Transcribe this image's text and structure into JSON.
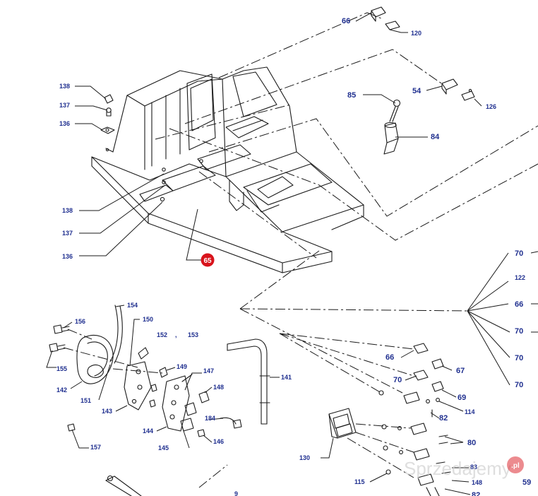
{
  "labels": {
    "l66a": "66",
    "l120": "120",
    "l54": "54",
    "l126": "126",
    "l85": "85",
    "l84": "84",
    "l138a": "138",
    "l137a": "137",
    "l136a": "136",
    "l138b": "138",
    "l137b": "137",
    "l136b": "136",
    "l65": "65",
    "l70a": "70",
    "l122": "122",
    "l66b": "66",
    "l70b": "70",
    "l70c": "70",
    "l70d": "70",
    "l154": "154",
    "l150": "150",
    "l156": "156",
    "l152": "152",
    "l153": "153",
    "l155": "155",
    "l142": "142",
    "l151": "151",
    "l143": "143",
    "l149": "149",
    "l147": "147",
    "l148a": "148",
    "l144": "144",
    "l184": "184",
    "l145": "145",
    "l146": "146",
    "l157": "157",
    "l141": "141",
    "l66c": "66",
    "l67": "67",
    "l70e": "70",
    "l69": "69",
    "l82a": "82",
    "l114": "114",
    "l80": "80",
    "l130": "130",
    "l115": "115",
    "l83": "83",
    "l148b": "148",
    "l82b": "82",
    "l59": "59",
    "l9": "9"
  },
  "watermark": {
    "text": "Sprzedajemy",
    "logo": ".pl"
  },
  "colors": {
    "callout": "#1f2f8f",
    "badge": "#d8141c",
    "line": "#1a1a1a",
    "watermark": "#cfcfcf"
  }
}
